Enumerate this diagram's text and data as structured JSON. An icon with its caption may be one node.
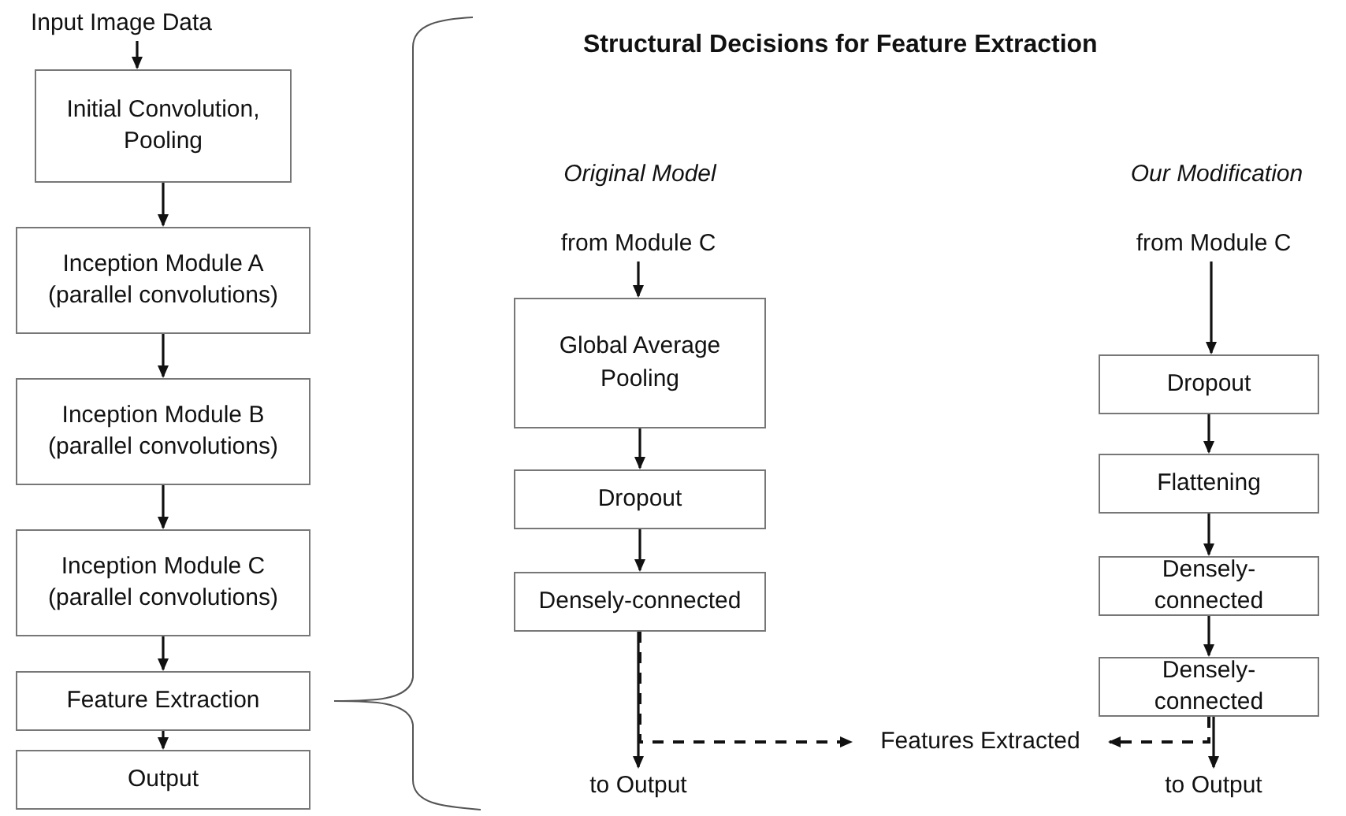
{
  "diagram": {
    "title": "Structural Decisions for Feature Extraction",
    "nodes": [
      {
        "text": [
          "Input Image Data"
        ]
      },
      {
        "text": [
          "Initial Convolution, Pooling"
        ]
      },
      {
        "text": [
          "Inception Module A (parallel convolutions)"
        ]
      },
      {
        "text": [
          "Inception Module B (parallel convolutions)"
        ]
      },
      {
        "text": [
          "Inception Module C (parallel convolutions)"
        ]
      },
      {
        "text": [
          "Feature Extraction"
        ]
      },
      {
        "text": [
          "Output"
        ]
      },
      {
        "text": [
          "from Module C"
        ]
      },
      {
        "text": [
          "Global Average Pooling"
        ]
      },
      {
        "text": [
          "Dropout"
        ]
      },
      {
        "text": [
          "Densely-connected"
        ]
      },
      {
        "text": [
          "to Output"
        ]
      },
      {
        "text": [
          "from Module C"
        ]
      },
      {
        "text": [
          "Dropout"
        ]
      },
      {
        "text": [
          "Flattening"
        ]
      },
      {
        "text": [
          "Densely-connected"
        ]
      },
      {
        "text": [
          "Densely-connected"
        ]
      },
      {
        "text": [
          "to Output"
        ]
      },
      {
        "text": [
          "Features Extracted"
        ]
      }
    ],
    "edges": [
      {
        "from": 0,
        "to": 1,
        "arrow": "to"
      },
      {
        "from": 1,
        "to": 2,
        "arrow": "to"
      },
      {
        "from": 2,
        "to": 3,
        "arrow": "to"
      },
      {
        "from": 3,
        "to": 4,
        "arrow": "to"
      },
      {
        "from": 4,
        "to": 5,
        "arrow": "to"
      },
      {
        "from": 5,
        "to": 6,
        "arrow": "to"
      },
      {
        "from": 7,
        "to": 8,
        "arrow": "to"
      },
      {
        "from": 8,
        "to": 9,
        "arrow": "to"
      },
      {
        "from": 9,
        "to": 10,
        "arrow": "to"
      },
      {
        "from": 10,
        "to": 11,
        "arrow": "to"
      },
      {
        "from": 12,
        "to": 13,
        "arrow": "to"
      },
      {
        "from": 13,
        "to": 14,
        "arrow": "to"
      },
      {
        "from": 14,
        "to": 15,
        "arrow": "to"
      },
      {
        "from": 15,
        "to": 16,
        "arrow": "to"
      },
      {
        "from": 16,
        "to": 17,
        "arrow": "to"
      },
      {
        "from": 10,
        "to": 18,
        "arrow": "to",
        "style": "dashed"
      },
      {
        "from": 16,
        "to": 18,
        "arrow": "to",
        "style": "dashed"
      }
    ],
    "labels": [
      "Original Model",
      "Our Modification"
    ]
  }
}
